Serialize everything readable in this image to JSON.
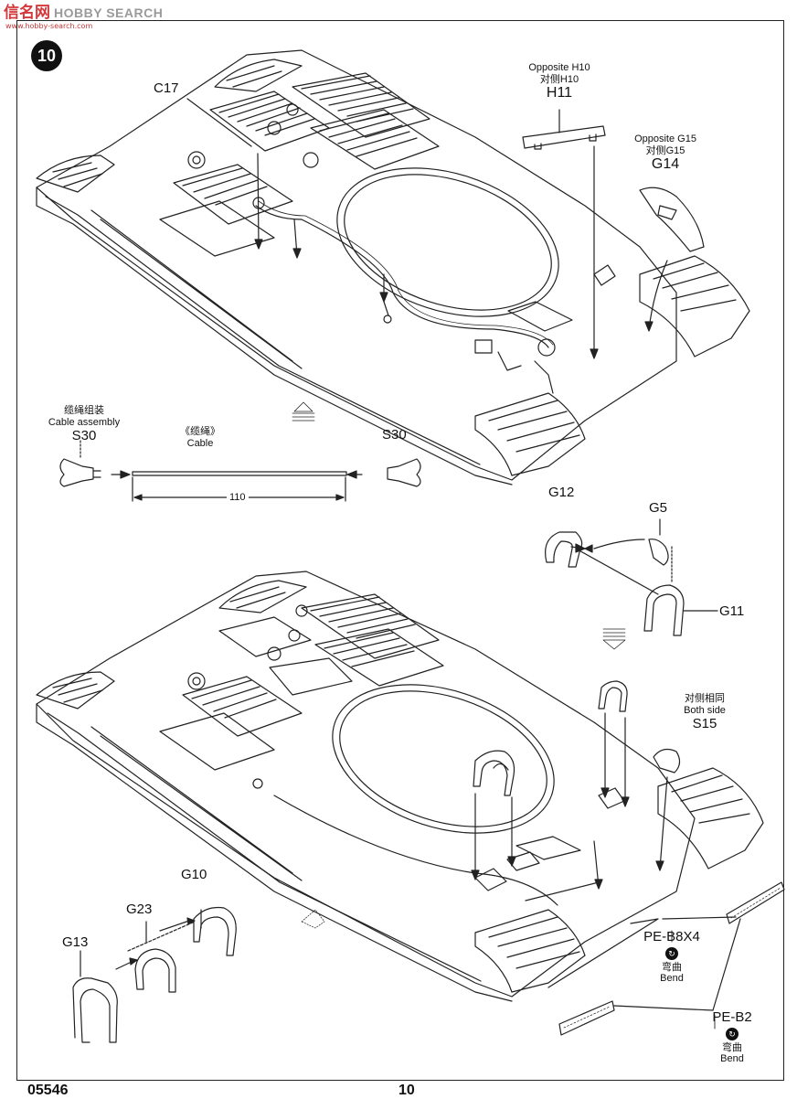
{
  "watermark": {
    "logo": "信名网",
    "text": "HOBBY SEARCH",
    "url": "www.hobby-search.com"
  },
  "step_number": "10",
  "footer": {
    "product_code": "05546",
    "page_number": "10"
  },
  "labels": {
    "c17": "C17",
    "h11": {
      "opposite": "Opposite H10",
      "opposite_cn": "对侧H10",
      "part": "H11"
    },
    "g14": {
      "opposite": "Opposite G15",
      "opposite_cn": "对侧G15",
      "part": "G14"
    },
    "cable": {
      "assembly_cn": "缆绳组装",
      "assembly": "Cable assembly",
      "s30_left": "S30",
      "s30_right": "S30",
      "cable_cn": "《缆绳》",
      "cable": "Cable",
      "length": "110"
    },
    "g12": "G12",
    "g5": "G5",
    "g11": "G11",
    "s15": {
      "both_cn": "对侧相同",
      "both": "Both side",
      "part": "S15"
    },
    "g10": "G10",
    "g23": "G23",
    "g13": "G13",
    "pe_b8": {
      "part": "PE-B8X4",
      "bend_cn": "弯曲",
      "bend": "Bend"
    },
    "pe_b2": {
      "part": "PE-B2",
      "bend_cn": "弯曲",
      "bend": "Bend"
    }
  },
  "colors": {
    "line": "#222222",
    "background": "#ffffff",
    "watermark_red": "#d4383a",
    "watermark_grey": "#9a9a9a"
  }
}
